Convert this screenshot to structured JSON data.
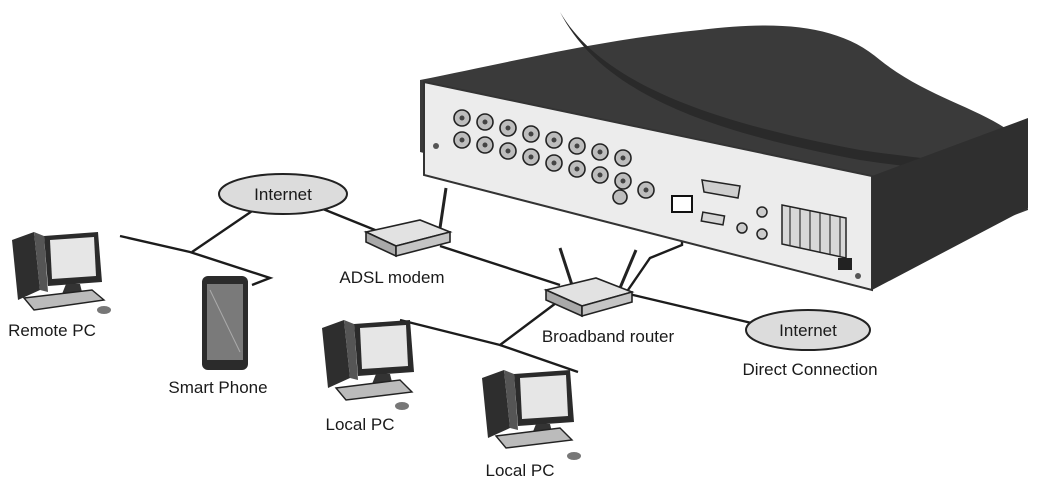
{
  "labels": {
    "internet_top": "Internet",
    "internet_right": "Internet",
    "direct_connection": "Direct Connection",
    "adsl_modem": "ADSL modem",
    "broadband_router": "Broadband router",
    "remote_pc": "Remote PC",
    "smart_phone": "Smart Phone",
    "local_pc_1": "Local PC",
    "local_pc_2": "Local PC"
  },
  "colors": {
    "bubble_fill": "#dcdcdc",
    "device_dark": "#2b2b2b",
    "device_light": "#e6e6e6",
    "line": "#1c1c1c"
  }
}
